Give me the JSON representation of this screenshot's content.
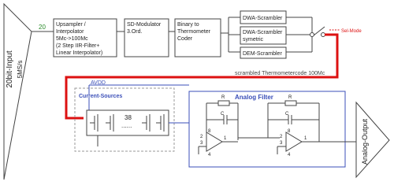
{
  "input_port": {
    "label_1": "20bit-Input",
    "label_2": "5MS/s"
  },
  "bus_width": "20",
  "upsampler": {
    "line_1": "Upsampler /",
    "line_2": "Interpolator",
    "line_3": "5Mc->100Mc",
    "line_4": "(2 Step IIR-Filter+",
    "line_5": "Linear Interpolator)"
  },
  "sd_modulator": {
    "line_1": "SD-Modulator",
    "line_2": "3.Ord."
  },
  "therm_coder": {
    "line_1": "Binary to",
    "line_2": "Thermometer",
    "line_3": "Coder"
  },
  "scramblers": {
    "dwa": "DWA-Scrambler",
    "dwa_sym_1": "DWA-Scrambler",
    "dwa_sym_2": "symetric",
    "dem": "DEM-Scrambler"
  },
  "sel_mode": "Sel-Mode",
  "scrambled_label": "scrambled Thermometercode 100Mc",
  "avdd": "AVDD",
  "current_sources": {
    "title": "Current-Sources",
    "count": "38",
    "dots": "......"
  },
  "analog_filter": {
    "title": "Analog Filter",
    "r_label": "R",
    "c_label": "C",
    "pin_2": "2",
    "pin_3": "3",
    "pin_1": "1",
    "pin_4": "4",
    "pin_8": "8"
  },
  "output_port": {
    "label": "Analog-Output"
  },
  "colors": {
    "red": "#dd1111",
    "blue": "#3b4fb8",
    "line": "#444444",
    "green": "#2a8a2a",
    "gray": "#999999"
  }
}
